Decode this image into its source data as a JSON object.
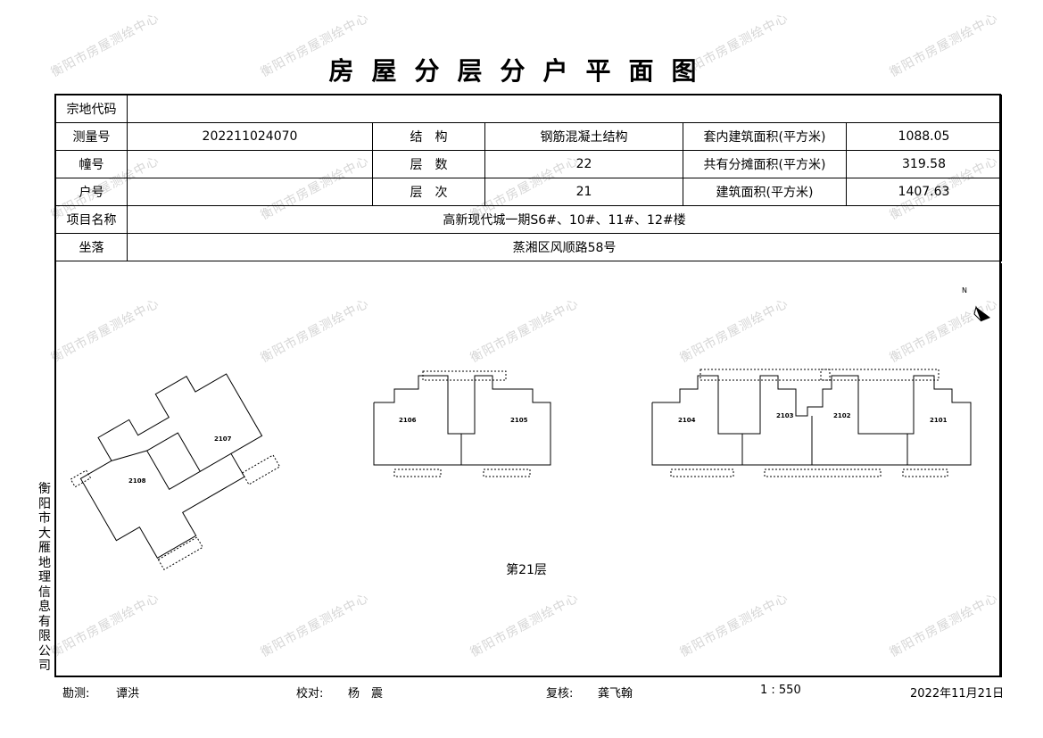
{
  "title": "房屋分层分户平面图",
  "watermark": "衡阳市房屋测绘中心",
  "info": {
    "zongdi_label": "宗地代码",
    "zongdi_value": "",
    "celianghao_label": "测量号",
    "celianghao_value": "202211024070",
    "jiegou_label": "结　构",
    "jiegou_value": "钢筋混凝土结构",
    "taonei_label": "套内建筑面积(平方米)",
    "taonei_value": "1088.05",
    "zhuanghao_label": "幢号",
    "zhuanghao_value": "",
    "censhu_label": "层　数",
    "censhu_value": "22",
    "gongyou_label": "共有分摊面积(平方米)",
    "gongyou_value": "319.58",
    "huhao_label": "户号",
    "huhao_value": "",
    "cenci_label": "层　次",
    "cenci_value": "21",
    "jianzhu_label": "建筑面积(平方米)",
    "jianzhu_value": "1407.63",
    "xiangmu_label": "项目名称",
    "xiangmu_value": "高新现代城一期S6#、10#、11#、12#楼",
    "zuoluo_label": "坐落",
    "zuoluo_value": "蒸湘区风顺路58号"
  },
  "plan": {
    "floor_label": "第21层",
    "north_label": "N",
    "units_rotated": [
      "2107",
      "2108"
    ],
    "units_middle": [
      "2106",
      "2105"
    ],
    "units_right": [
      "2104",
      "2103",
      "2102",
      "2101"
    ]
  },
  "side_text": "衡阳市大雁地理信息有限公司",
  "footer": {
    "kance_label": "勘测:",
    "kance_value": "谭洪",
    "jiaodui_label": "校对:",
    "jiaodui_value": "杨　震",
    "fuhe_label": "复核:",
    "fuhe_value": "龚飞翰",
    "scale": "1 : 550",
    "date": "2022年11月21日"
  }
}
